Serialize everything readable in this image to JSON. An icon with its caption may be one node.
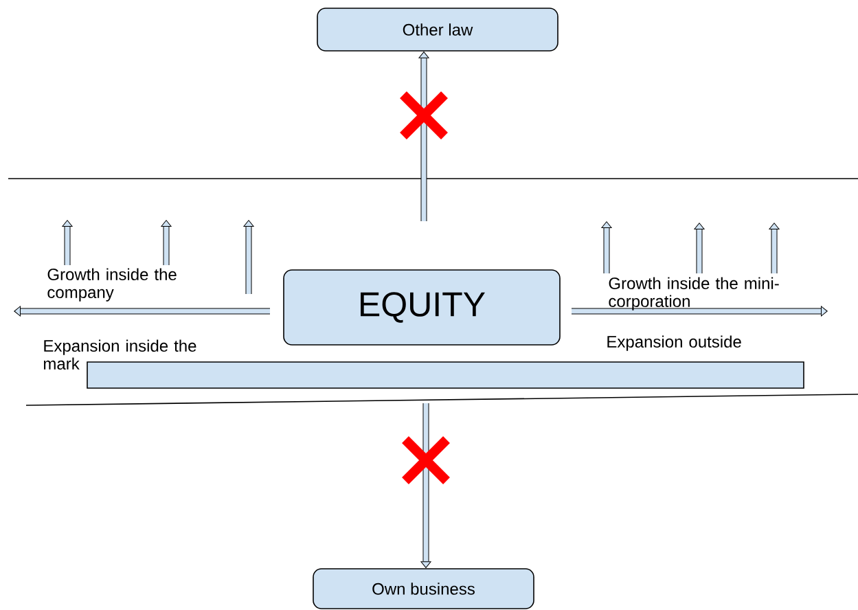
{
  "diagram": {
    "nodes": [
      {
        "text": [
          "Other law"
        ]
      },
      {
        "text": [
          "EQUITY"
        ]
      },
      {
        "text": [],
        "shape": "bar"
      },
      {
        "text": [
          "Own business"
        ]
      }
    ],
    "edges": [
      {
        "from": null,
        "to": 0,
        "arrow": "to"
      },
      {
        "from": null,
        "to": 3,
        "arrow": "to"
      }
    ],
    "labels": [
      "Growth inside the company",
      "Growth inside the mini-corporation",
      "Expansion inside the mark",
      "Expansion outside"
    ]
  }
}
